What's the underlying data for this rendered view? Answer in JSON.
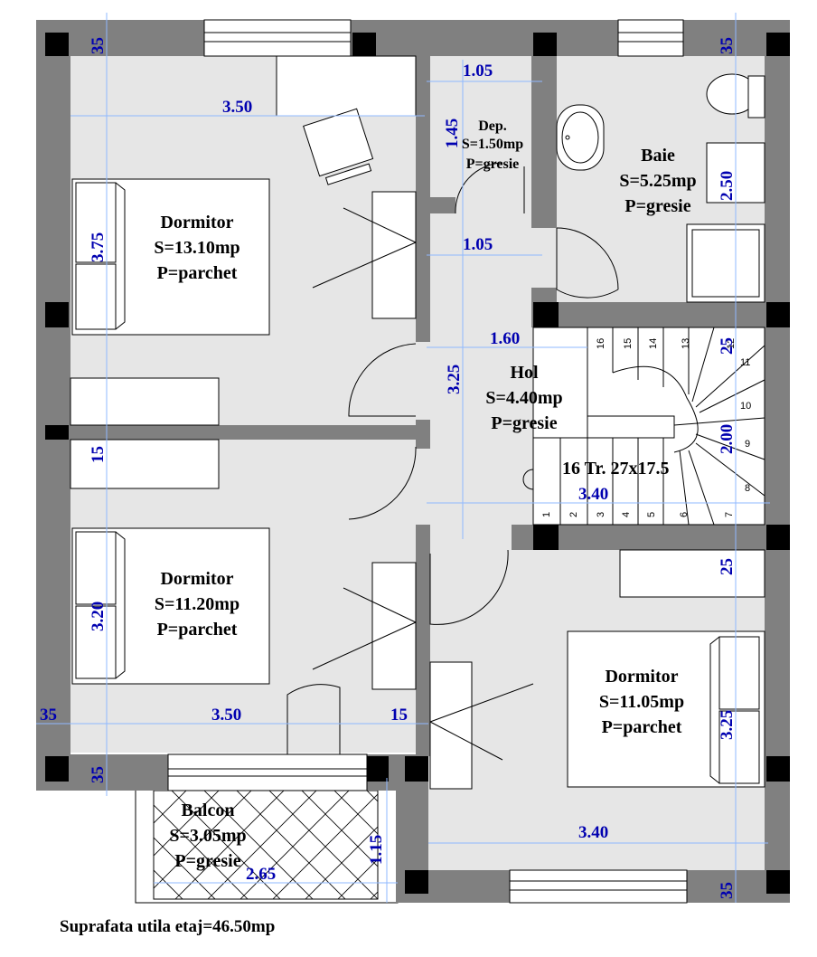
{
  "rooms": {
    "dormitor1": {
      "name": "Dormitor",
      "area": "S=13.10mp",
      "floor": "P=parchet"
    },
    "dormitor2": {
      "name": "Dormitor",
      "area": "S=11.20mp",
      "floor": "P=parchet"
    },
    "dormitor3": {
      "name": "Dormitor",
      "area": "S=11.05mp",
      "floor": "P=parchet"
    },
    "dep": {
      "name": "Dep.",
      "area": "S=1.50mp",
      "floor": "P=gresie"
    },
    "baie": {
      "name": "Baie",
      "area": "S=5.25mp",
      "floor": "P=gresie"
    },
    "hol": {
      "name": "Hol",
      "area": "S=4.40mp",
      "floor": "P=gresie"
    },
    "balcon": {
      "name": "Balcon",
      "area": "S=3.05mp",
      "floor": "P=gresie"
    }
  },
  "stairs": {
    "label": "16 Tr. 27x17.5",
    "steps": [
      "1",
      "2",
      "3",
      "4",
      "5",
      "6",
      "7",
      "8",
      "9",
      "10",
      "11",
      "12",
      "13",
      "14",
      "15",
      "16"
    ]
  },
  "dimensions": {
    "d_35_tl": "35",
    "d_35_tr": "35",
    "d_105_top": "1.05",
    "d_350_top": "3.50",
    "d_145": "1.45",
    "d_250": "2.50",
    "d_375": "3.75",
    "d_105_mid": "1.05",
    "d_160": "1.60",
    "d_25_a": "25",
    "d_325_hol": "3.25",
    "d_200": "2.00",
    "d_15_left": "15",
    "d_340_hol": "3.40",
    "d_320": "3.20",
    "d_25_b": "25",
    "d_35_left": "35",
    "d_350_bottom": "3.50",
    "d_15_mid": "15",
    "d_325_right": "3.25",
    "d_35_bl": "35",
    "d_115": "1.15",
    "d_265": "2.65",
    "d_340_bottom": "3.40",
    "d_35_br": "35"
  },
  "caption": "Suprafata utila etaj=46.50mp"
}
